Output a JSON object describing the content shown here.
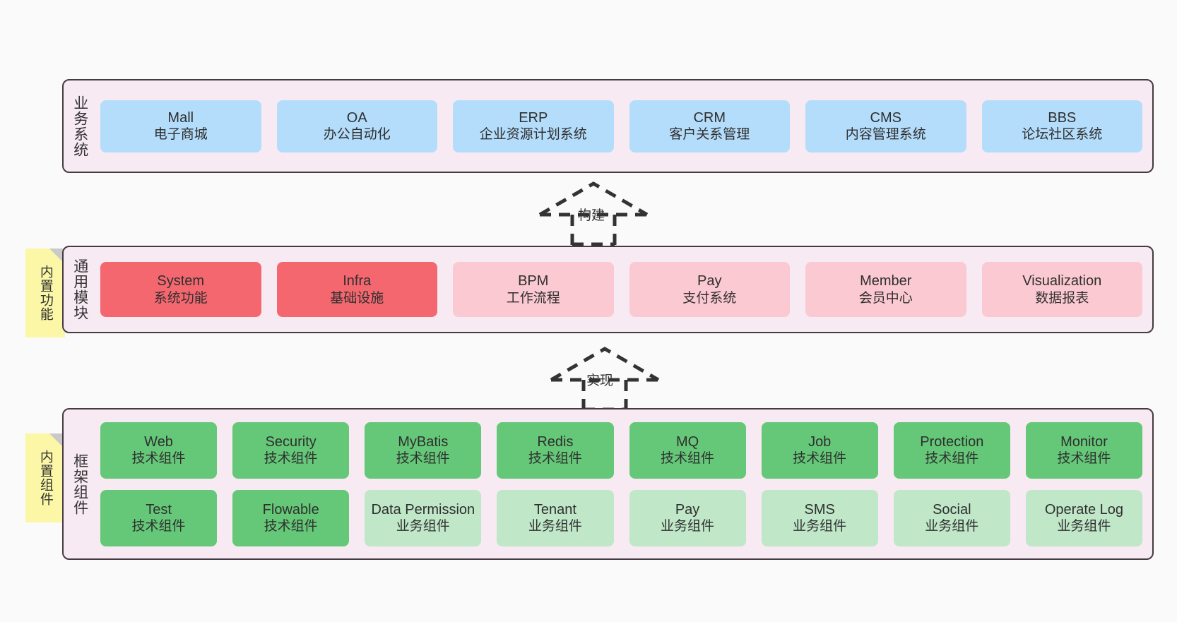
{
  "diagram": {
    "background": "#fafafa",
    "layers": [
      {
        "id": "business",
        "title": "业务系统",
        "color": "#b4ddfb",
        "rows": [
          [
            {
              "name": "Mall",
              "desc": "电子商城",
              "style": "c-blue"
            },
            {
              "name": "OA",
              "desc": "办公自动化",
              "style": "c-blue"
            },
            {
              "name": "ERP",
              "desc": "企业资源计划系统",
              "style": "c-blue"
            },
            {
              "name": "CRM",
              "desc": "客户关系管理",
              "style": "c-blue"
            },
            {
              "name": "CMS",
              "desc": "内容管理系统",
              "style": "c-blue"
            },
            {
              "name": "BBS",
              "desc": "论坛社区系统",
              "style": "c-blue"
            }
          ]
        ]
      },
      {
        "id": "modules",
        "title": "通用模块",
        "color": "#f4676f",
        "rows": [
          [
            {
              "name": "System",
              "desc": "系统功能",
              "style": "c-red"
            },
            {
              "name": "Infra",
              "desc": "基础设施",
              "style": "c-red"
            },
            {
              "name": "BPM",
              "desc": "工作流程",
              "style": "c-pink"
            },
            {
              "name": "Pay",
              "desc": "支付系统",
              "style": "c-pink"
            },
            {
              "name": "Member",
              "desc": "会员中心",
              "style": "c-pink"
            },
            {
              "name": "Visualization",
              "desc": "数据报表",
              "style": "c-pink"
            }
          ]
        ]
      },
      {
        "id": "framework",
        "title": "框架组件",
        "color": "#65c878",
        "rows": [
          [
            {
              "name": "Web",
              "desc": "技术组件",
              "style": "c-green"
            },
            {
              "name": "Security",
              "desc": "技术组件",
              "style": "c-green"
            },
            {
              "name": "MyBatis",
              "desc": "技术组件",
              "style": "c-green"
            },
            {
              "name": "Redis",
              "desc": "技术组件",
              "style": "c-green"
            },
            {
              "name": "MQ",
              "desc": "技术组件",
              "style": "c-green"
            },
            {
              "name": "Job",
              "desc": "技术组件",
              "style": "c-green"
            },
            {
              "name": "Protection",
              "desc": "技术组件",
              "style": "c-green"
            },
            {
              "name": "Monitor",
              "desc": "技术组件",
              "style": "c-green"
            }
          ],
          [
            {
              "name": "Test",
              "desc": "技术组件",
              "style": "c-green"
            },
            {
              "name": "Flowable",
              "desc": "技术组件",
              "style": "c-green"
            },
            {
              "name": "Data Permission",
              "desc": "业务组件",
              "style": "c-lightgreen"
            },
            {
              "name": "Tenant",
              "desc": "业务组件",
              "style": "c-lightgreen"
            },
            {
              "name": "Pay",
              "desc": "业务组件",
              "style": "c-lightgreen"
            },
            {
              "name": "SMS",
              "desc": "业务组件",
              "style": "c-lightgreen"
            },
            {
              "name": "Social",
              "desc": "业务组件",
              "style": "c-lightgreen"
            },
            {
              "name": "Operate Log",
              "desc": "业务组件",
              "style": "c-lightgreen"
            }
          ]
        ]
      }
    ],
    "notes": [
      {
        "id": "builtin-feature",
        "text": "内置功能",
        "color": "#fbf7a6"
      },
      {
        "id": "builtin-component",
        "text": "内置组件",
        "color": "#fbf7a6"
      }
    ],
    "arrows": [
      {
        "id": "build",
        "label": "构建",
        "style": "dashed-hollow-triangle"
      },
      {
        "id": "realize",
        "label": "实现",
        "style": "dashed-hollow-triangle"
      }
    ]
  }
}
